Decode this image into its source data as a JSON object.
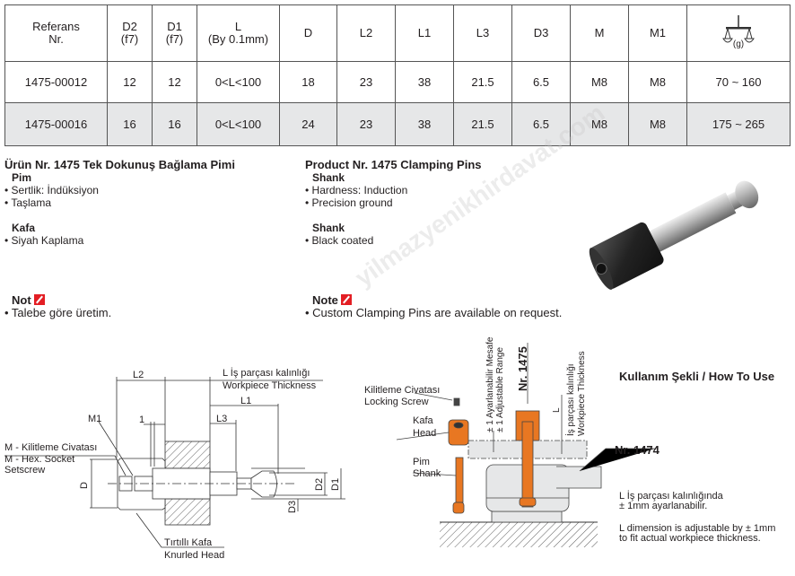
{
  "table": {
    "headers": [
      [
        "Referans",
        "Nr."
      ],
      [
        "D2",
        "(f7)"
      ],
      [
        "D1",
        "(f7)"
      ],
      [
        "L",
        "(By 0.1mm)"
      ],
      [
        "D"
      ],
      [
        "L2"
      ],
      [
        "L1"
      ],
      [
        "L3"
      ],
      [
        "D3"
      ],
      [
        "M"
      ],
      [
        "M1"
      ],
      [
        "(g)"
      ]
    ],
    "weight_icon": "scale-icon",
    "rows": [
      [
        "1475-00012",
        "12",
        "12",
        "0<L<100",
        "18",
        "23",
        "38",
        "21.5",
        "6.5",
        "M8",
        "M8",
        "70 ~ 160"
      ],
      [
        "1475-00016",
        "16",
        "16",
        "0<L<100",
        "24",
        "23",
        "38",
        "21.5",
        "6.5",
        "M8",
        "M8",
        "175 ~ 265"
      ]
    ]
  },
  "tr": {
    "title": "Ürün Nr. 1475 Tek Dokunuş Bağlama Pimi",
    "s1": "Pim",
    "s1_items": [
      "• Sertlik: İndüksiyon",
      "• Taşlama"
    ],
    "s2": "Kafa",
    "s2_items": [
      "• Siyah Kaplama"
    ],
    "note": "Not",
    "note_text": "• Talebe göre üretim."
  },
  "en": {
    "title": "Product Nr. 1475 Clamping Pins",
    "s1": "Shank",
    "s1_items": [
      "• Hardness: Induction",
      "• Precision ground"
    ],
    "s2": "Shank",
    "s2_items": [
      "• Black coated"
    ],
    "note": "Note",
    "note_text": "• Custom Clamping Pins are available on request."
  },
  "watermark": "yilmazyenikhirdavat.com",
  "dim": {
    "L2": "L2",
    "L_tr": "L İş parçası kalınlığı",
    "L_en": "Workpiece Thickness",
    "L1": "L1",
    "L3": "L3",
    "one": "1",
    "M1": "M1",
    "M_tr": "M - Kilitleme Civatası",
    "M_en1": "M - Hex. Socket",
    "M_en2": "Setscrew",
    "D": "D",
    "D2": "D2",
    "D1": "D1",
    "D3": "D3",
    "head_tr": "Tırtıllı Kafa",
    "head_en": "Knurled Head"
  },
  "use": {
    "title": "Kullanım Şekli / How To Use",
    "lock_tr": "Kilitleme Civatası",
    "lock_en": "Locking Screw",
    "head_tr": "Kafa",
    "head_en": "Head",
    "pin_tr": "Pim",
    "pin_en": "Shank",
    "adj_tr": "± 1 Ayarlanabilir Mesafe",
    "adj_en": "± 1 Adjustable Range",
    "nr1475": "Nr. 1475",
    "L": "L",
    "wt_tr": "İş parçası kalınlığı",
    "wt_en": "Workpiece Thickness",
    "nr1474": "Nr. 1474",
    "desc_tr1": "L İş parçası kalınlığında",
    "desc_tr2": "± 1mm ayarlanabilir.",
    "desc_en1": "L dimension is adjustable by ± 1mm",
    "desc_en2": "to fit actual  workpiece thickness."
  },
  "colors": {
    "orange": "#e87722",
    "note_red": "#e31e24",
    "row_gray": "#e6e7e8"
  }
}
